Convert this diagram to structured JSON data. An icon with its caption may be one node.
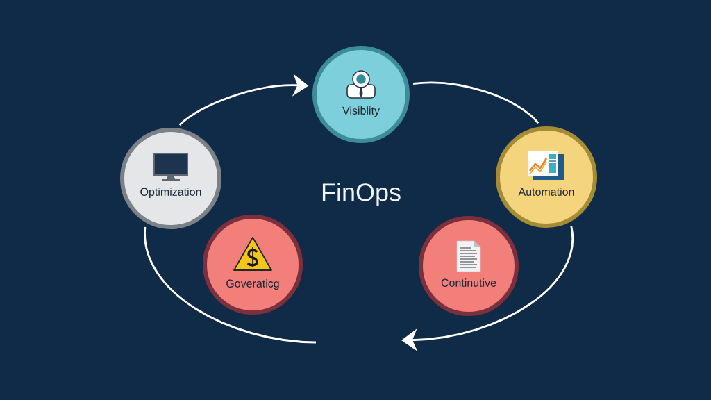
{
  "diagram": {
    "nodes": [
      {
        "text": [
          "Visiblity"
        ]
      },
      {
        "text": [
          "Optimization"
        ]
      },
      {
        "text": [
          "Automation"
        ]
      },
      {
        "text": [
          "Goveraticg"
        ]
      },
      {
        "text": [
          "Continutive"
        ]
      }
    ],
    "edges": [
      {
        "from": 1,
        "to": 0,
        "arrow": "to"
      },
      {
        "from": 0,
        "to": 2,
        "arrow": "none"
      },
      {
        "from": 2,
        "to": null,
        "arrow": "to"
      },
      {
        "from": null,
        "to": 1,
        "arrow": "none"
      }
    ],
    "labels": [
      "FinOps"
    ]
  }
}
